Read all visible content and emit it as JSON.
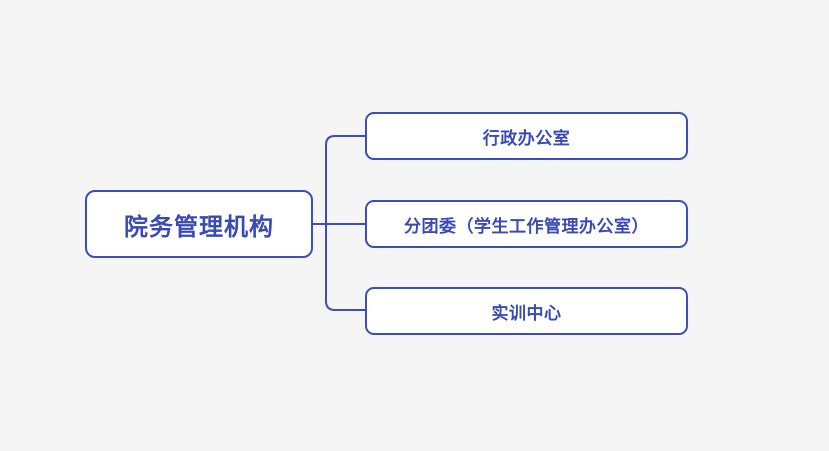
{
  "diagram": {
    "type": "mindmap-org-chart",
    "root": {
      "label": "院务管理机构"
    },
    "children": [
      {
        "label": "行政办公室"
      },
      {
        "label": "分团委（学生工作管理办公室）"
      },
      {
        "label": "实训中心"
      }
    ],
    "colors": {
      "background": "#f5f5f6",
      "node_fill": "#ffffff",
      "node_border": "#3d4eb8",
      "node_text": "#3a4ab5",
      "connector_line": "#3d4eb8"
    }
  }
}
